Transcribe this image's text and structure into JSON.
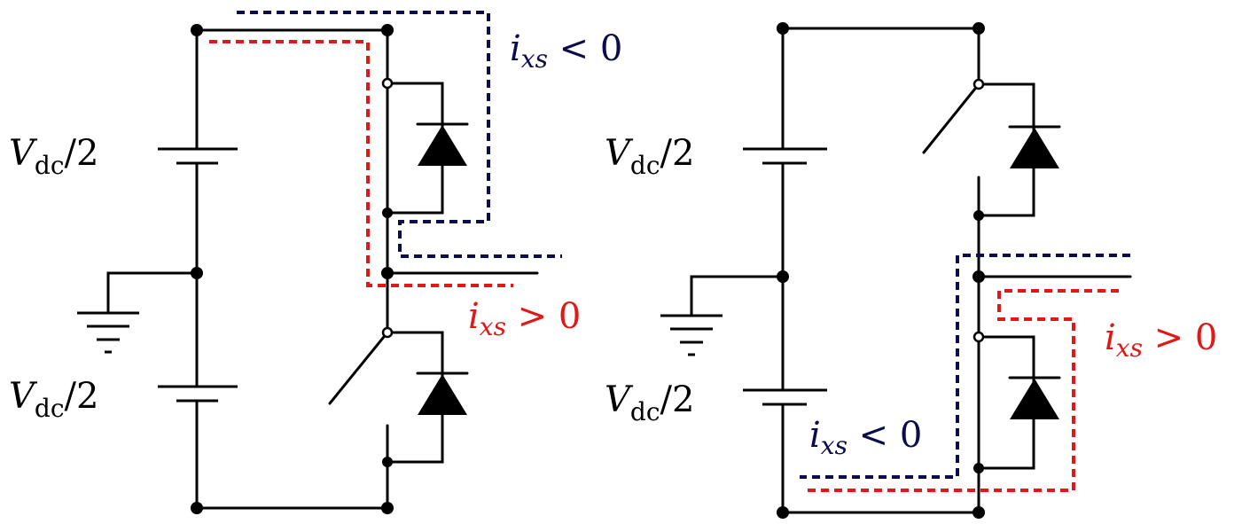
{
  "colors": {
    "positive_current": "#e01818",
    "negative_current": "#0c0c4a",
    "wire": "#000000"
  },
  "left": {
    "vsource_top": {
      "sym": "V",
      "sub": "dc",
      "rest": "/2"
    },
    "vsource_bot": {
      "sym": "V",
      "sub": "dc",
      "rest": "/2"
    },
    "current_neg": {
      "sym": "i",
      "sub": "xs",
      "rel": " < 0"
    },
    "current_pos": {
      "sym": "i",
      "sub": "xs",
      "rel": " > 0"
    }
  },
  "right": {
    "vsource_top": {
      "sym": "V",
      "sub": "dc",
      "rest": "/2"
    },
    "vsource_bot": {
      "sym": "V",
      "sub": "dc",
      "rest": "/2"
    },
    "current_neg": {
      "sym": "i",
      "sub": "xs",
      "rel": " < 0"
    },
    "current_pos": {
      "sym": "i",
      "sub": "xs",
      "rel": " > 0"
    }
  }
}
